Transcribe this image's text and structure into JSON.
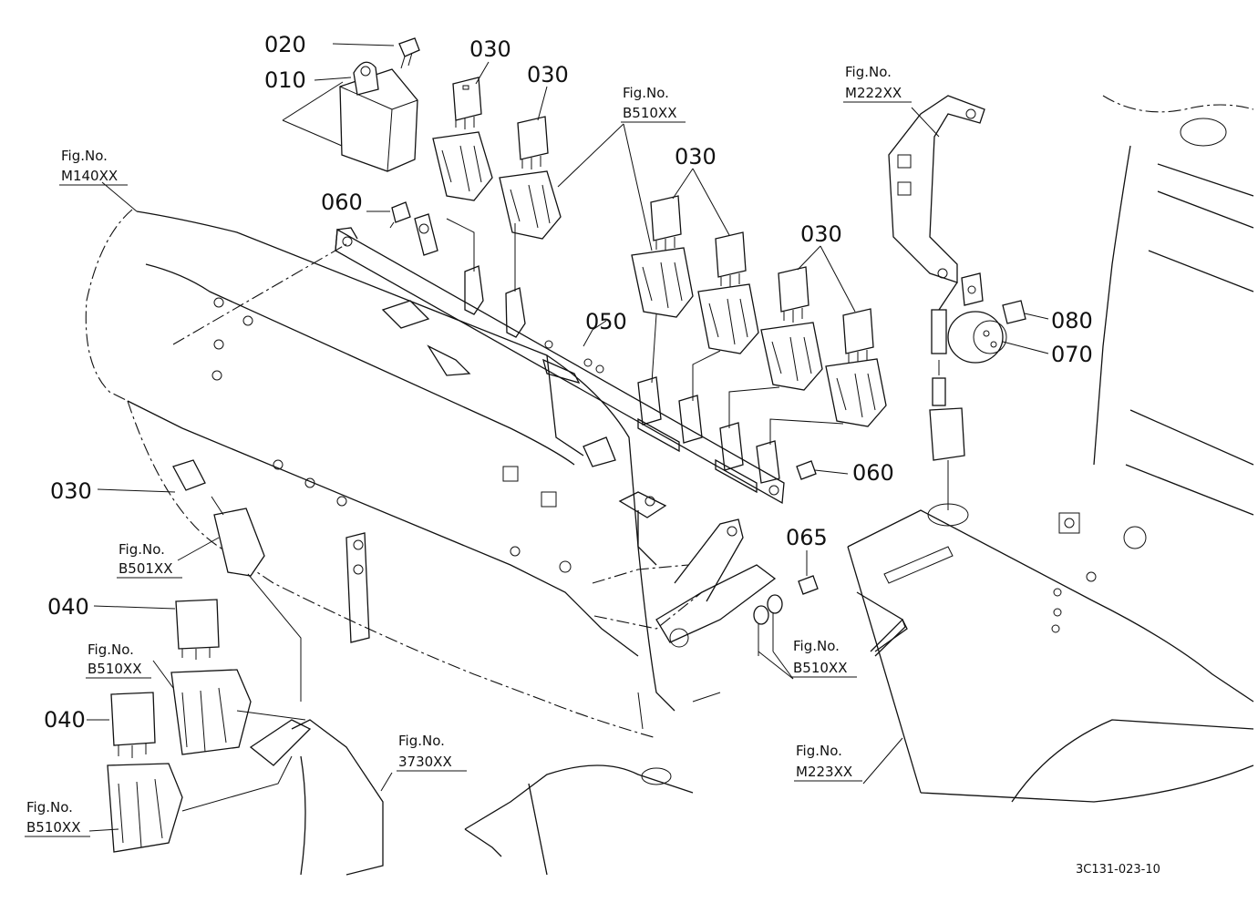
{
  "callouts": {
    "p020": "020",
    "p010": "010",
    "p030": "030",
    "p060": "060",
    "p050": "050",
    "p080": "080",
    "p070": "070",
    "p065": "065",
    "p040": "040"
  },
  "figure_refs": {
    "b510a": "B510XX",
    "m222": "M222XX",
    "m140": "M140XX",
    "b501": "B501XX",
    "b510b": "B510XX",
    "b510c": "B510XX",
    "b510d": "B510XX",
    "f3730": "3730XX",
    "m223": "M223XX"
  },
  "fig_prefix": "Fig.No.",
  "drawing_id": "3C131-023-10"
}
